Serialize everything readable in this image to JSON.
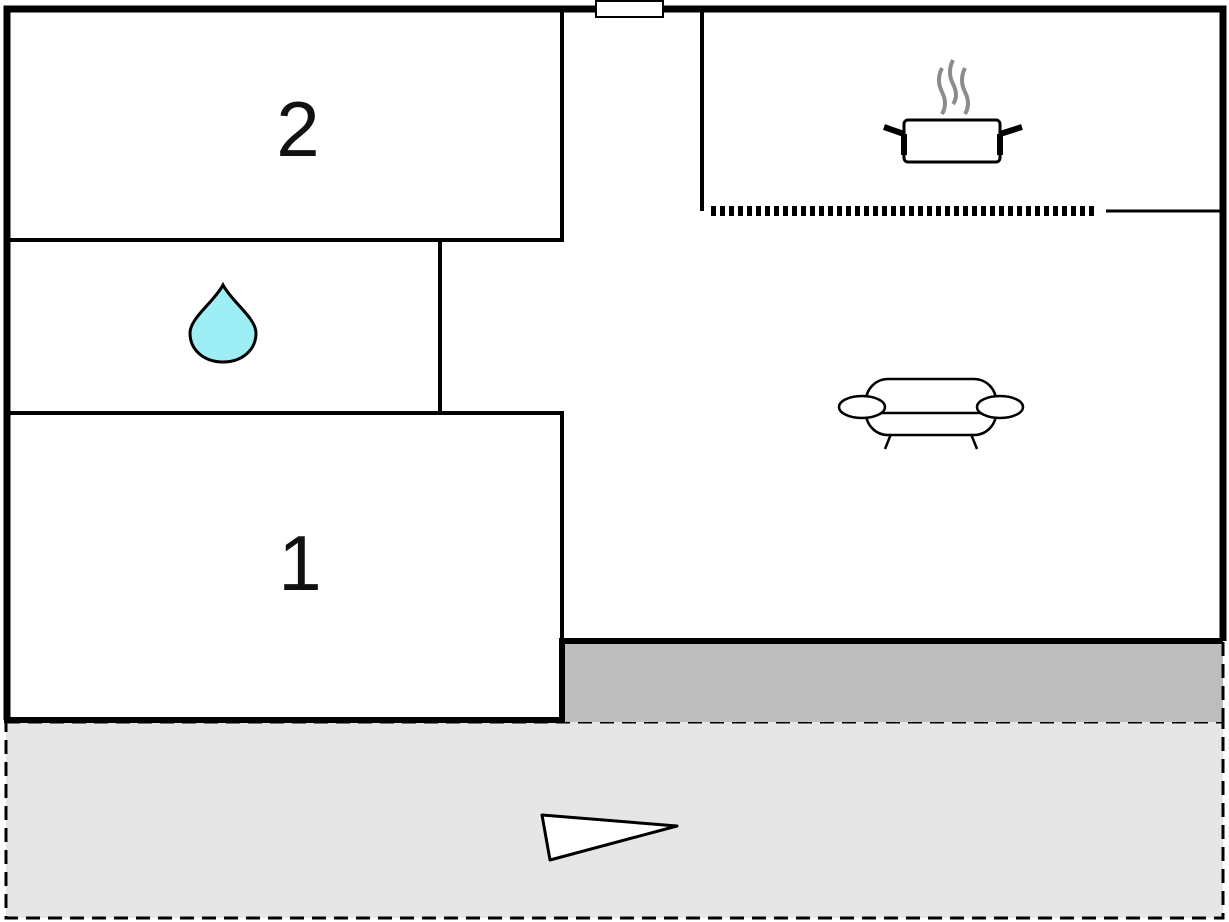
{
  "rooms": {
    "bedroom_2": {
      "label": "2",
      "icon": "room-number"
    },
    "bedroom_1": {
      "label": "1",
      "icon": "room-number"
    },
    "bathroom": {
      "icon": "water-drop-icon"
    },
    "kitchen": {
      "icon": "cooking-pot-icon"
    },
    "living_room": {
      "icon": "sofa-icon"
    },
    "covered_terrace": {
      "icon": "none"
    },
    "terrace": {
      "icon": "triangle-marker-icon"
    }
  },
  "colors": {
    "wall": "#000000",
    "water_drop": "#9eeef6",
    "steam": "#8c8c8c",
    "covered_terrace": "#bebebe",
    "terrace": "#e6e6e6"
  }
}
